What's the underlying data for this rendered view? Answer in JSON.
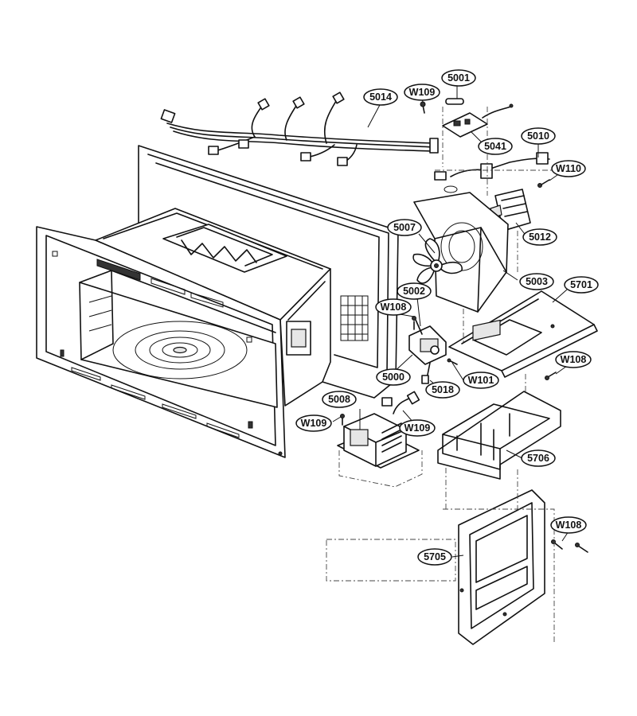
{
  "callouts": [
    {
      "id": "5001",
      "label": "5001"
    },
    {
      "id": "W109-top",
      "label": "W109"
    },
    {
      "id": "5014",
      "label": "5014"
    },
    {
      "id": "5041",
      "label": "5041"
    },
    {
      "id": "5010",
      "label": "5010"
    },
    {
      "id": "W110",
      "label": "W110"
    },
    {
      "id": "5007",
      "label": "5007"
    },
    {
      "id": "5012",
      "label": "5012"
    },
    {
      "id": "5003",
      "label": "5003"
    },
    {
      "id": "5701",
      "label": "5701"
    },
    {
      "id": "5002",
      "label": "5002"
    },
    {
      "id": "W108-left",
      "label": "W108"
    },
    {
      "id": "5000",
      "label": "5000"
    },
    {
      "id": "5018",
      "label": "5018"
    },
    {
      "id": "W101",
      "label": "W101"
    },
    {
      "id": "W108-right",
      "label": "W108"
    },
    {
      "id": "5008",
      "label": "5008"
    },
    {
      "id": "W109-left",
      "label": "W109"
    },
    {
      "id": "W109-right",
      "label": "W109"
    },
    {
      "id": "5706",
      "label": "5706"
    },
    {
      "id": "W108-bottom",
      "label": "W108"
    },
    {
      "id": "5705",
      "label": "5705"
    }
  ]
}
